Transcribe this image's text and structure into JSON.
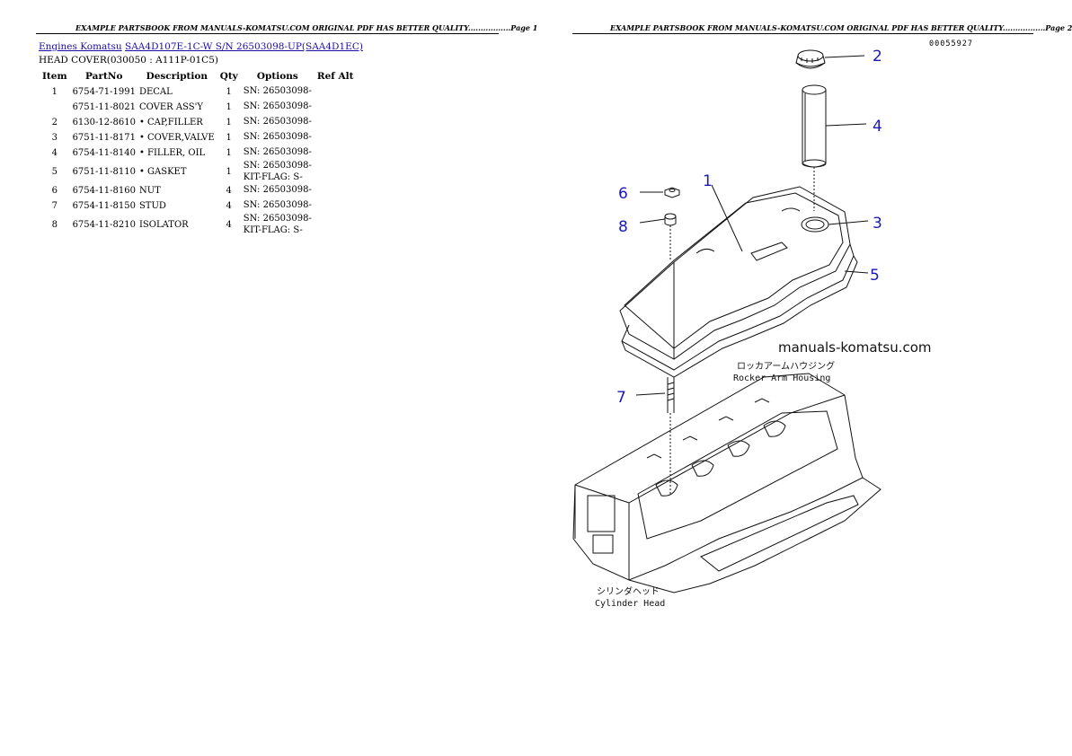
{
  "page1": {
    "header": "EXAMPLE PARTSBOOK FROM MANUALS-KOMATSU.COM ORIGINAL PDF HAS BETTER QUALITY.................Page 1"
  },
  "page2": {
    "header": "EXAMPLE PARTSBOOK FROM MANUALS-KOMATSU.COM ORIGINAL PDF HAS BETTER QUALITY.................Page 2"
  },
  "breadcrumb": {
    "link1": "Engines Komatsu",
    "link2": "SAA4D107E-1C-W S/N 26503098-UP(SAA4D1EC)"
  },
  "section_title": "HEAD COVER(030050 : A111P-01C5)",
  "table": {
    "headers": [
      "Item",
      "PartNo",
      "Description",
      "Qty",
      "Options",
      "Ref Alt"
    ],
    "rows": [
      {
        "item": "1",
        "partno": "6754-71-1991",
        "desc": "DECAL",
        "qty": "1",
        "opt1": "SN: 26503098-",
        "opt2": ""
      },
      {
        "item": "",
        "partno": "6751-11-8021",
        "desc": "COVER ASS'Y",
        "qty": "1",
        "opt1": "SN: 26503098-",
        "opt2": ""
      },
      {
        "item": "2",
        "partno": "6130-12-8610",
        "desc": "• CAP,FILLER",
        "qty": "1",
        "opt1": "SN: 26503098-",
        "opt2": ""
      },
      {
        "item": "3",
        "partno": "6751-11-8171",
        "desc": "• COVER,VALVE",
        "qty": "1",
        "opt1": "SN: 26503098-",
        "opt2": ""
      },
      {
        "item": "4",
        "partno": "6754-11-8140",
        "desc": "• FILLER, OIL",
        "qty": "1",
        "opt1": "SN: 26503098-",
        "opt2": ""
      },
      {
        "item": "5",
        "partno": "6751-11-8110",
        "desc": "• GASKET",
        "qty": "1",
        "opt1": "SN: 26503098-",
        "opt2": "KIT-FLAG: S-"
      },
      {
        "item": "6",
        "partno": "6754-11-8160",
        "desc": "NUT",
        "qty": "4",
        "opt1": "SN: 26503098-",
        "opt2": ""
      },
      {
        "item": "7",
        "partno": "6754-11-8150",
        "desc": "STUD",
        "qty": "4",
        "opt1": "SN: 26503098-",
        "opt2": ""
      },
      {
        "item": "8",
        "partno": "6754-11-8210",
        "desc": "ISOLATOR",
        "qty": "4",
        "opt1": "SN: 26503098-",
        "opt2": "KIT-FLAG: S-"
      }
    ]
  },
  "diagram": {
    "doc_number": "00055927",
    "callouts": [
      "1",
      "2",
      "3",
      "4",
      "5",
      "6",
      "7",
      "8"
    ],
    "watermark": "manuals-komatsu.com",
    "rocker_jp": "ロッカアームハウジング",
    "rocker_en": "Rocker Arm Housing",
    "cyl_jp": "シリンダヘッド",
    "cyl_en": "Cylinder Head",
    "callout_color": "#1a1ab4"
  }
}
